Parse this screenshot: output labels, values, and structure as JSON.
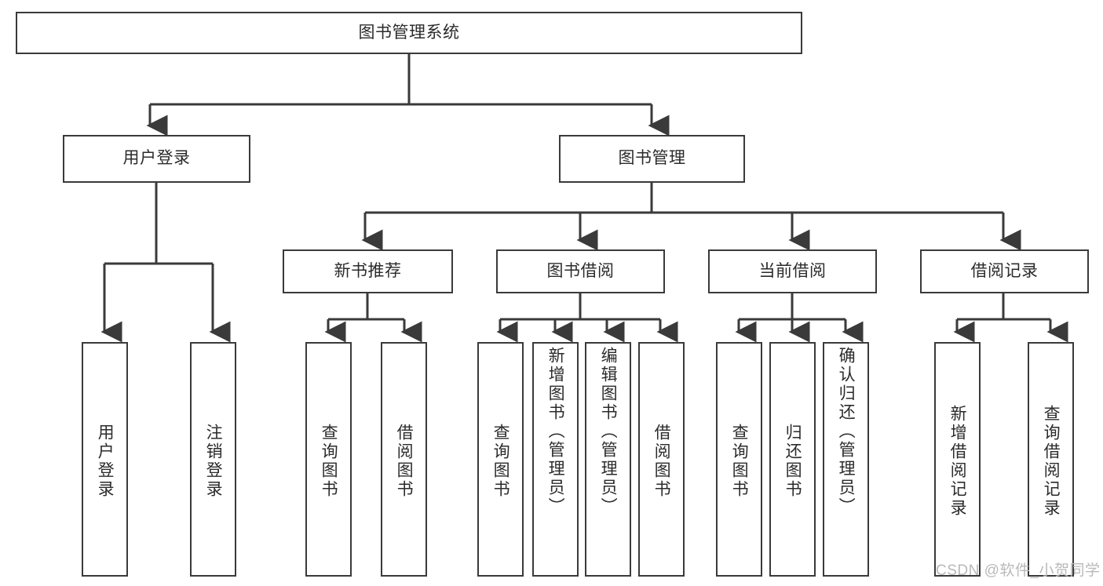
{
  "diagram": {
    "title": "图书管理系统",
    "type": "tree",
    "line_color": "#3a3a3a",
    "text_color": "#2b2b2b",
    "background": "#ffffff",
    "watermark": "CSDN @软件_小贺同学",
    "nodes": {
      "root": "图书管理系统",
      "user_login": "用户登录",
      "book_manage": "图书管理",
      "new_book_rec": "新书推荐",
      "book_borrow": "图书借阅",
      "current_borrow": "当前借阅",
      "borrow_record": "借阅记录",
      "leaf_user_login": "用户登录",
      "leaf_logout": "注销登录",
      "leaf_query_book_1": "查询图书",
      "leaf_borrow_book_1": "借阅图书",
      "leaf_query_book_2": "查询图书",
      "leaf_add_book": "新增图书（管理员）",
      "leaf_edit_book": "编辑图书（管理员）",
      "leaf_borrow_book_2": "借阅图书",
      "leaf_query_book_3": "查询图书",
      "leaf_return_book": "归还图书",
      "leaf_confirm_return": "确认归还（管理员）",
      "leaf_add_record": "新增借阅记录",
      "leaf_query_record": "查询借阅记录"
    }
  }
}
